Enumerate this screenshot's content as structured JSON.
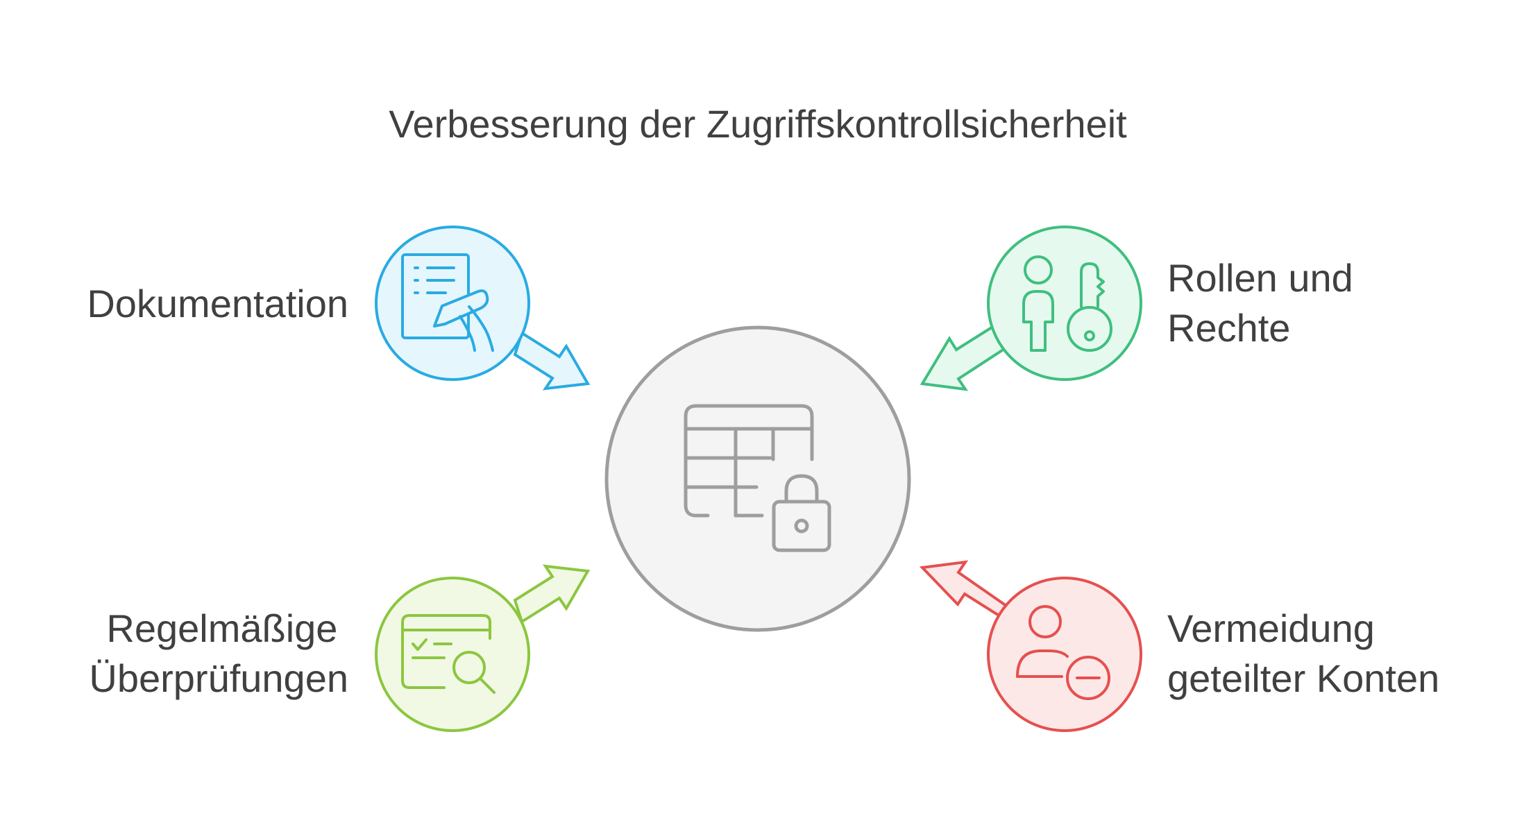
{
  "title": "Verbesserung der Zugriffskontrollsicherheit",
  "center": {
    "icon": "table-lock-icon",
    "color": "#9e9e9e",
    "fill": "#f4f4f4"
  },
  "items": [
    {
      "id": "dokumentation",
      "lines": [
        "Dokumentation"
      ],
      "icon": "document-pen-icon",
      "color": "#29abe2",
      "fill": "#e6f6fd"
    },
    {
      "id": "rollen-und-rechte",
      "lines": [
        "Rollen und",
        "Rechte"
      ],
      "icon": "user-key-icon",
      "color": "#3fbf7f",
      "fill": "#e6f9ef"
    },
    {
      "id": "regelmaessige-ueberpruefungen",
      "lines": [
        "Regelmäßige",
        "Überprüfungen"
      ],
      "icon": "browser-check-search-icon",
      "color": "#8cc63f",
      "fill": "#f1f9e4"
    },
    {
      "id": "vermeidung-geteilter-konten",
      "lines": [
        "Vermeidung",
        "geteilter Konten"
      ],
      "icon": "user-remove-icon",
      "color": "#e5504f",
      "fill": "#fde8e8"
    }
  ]
}
